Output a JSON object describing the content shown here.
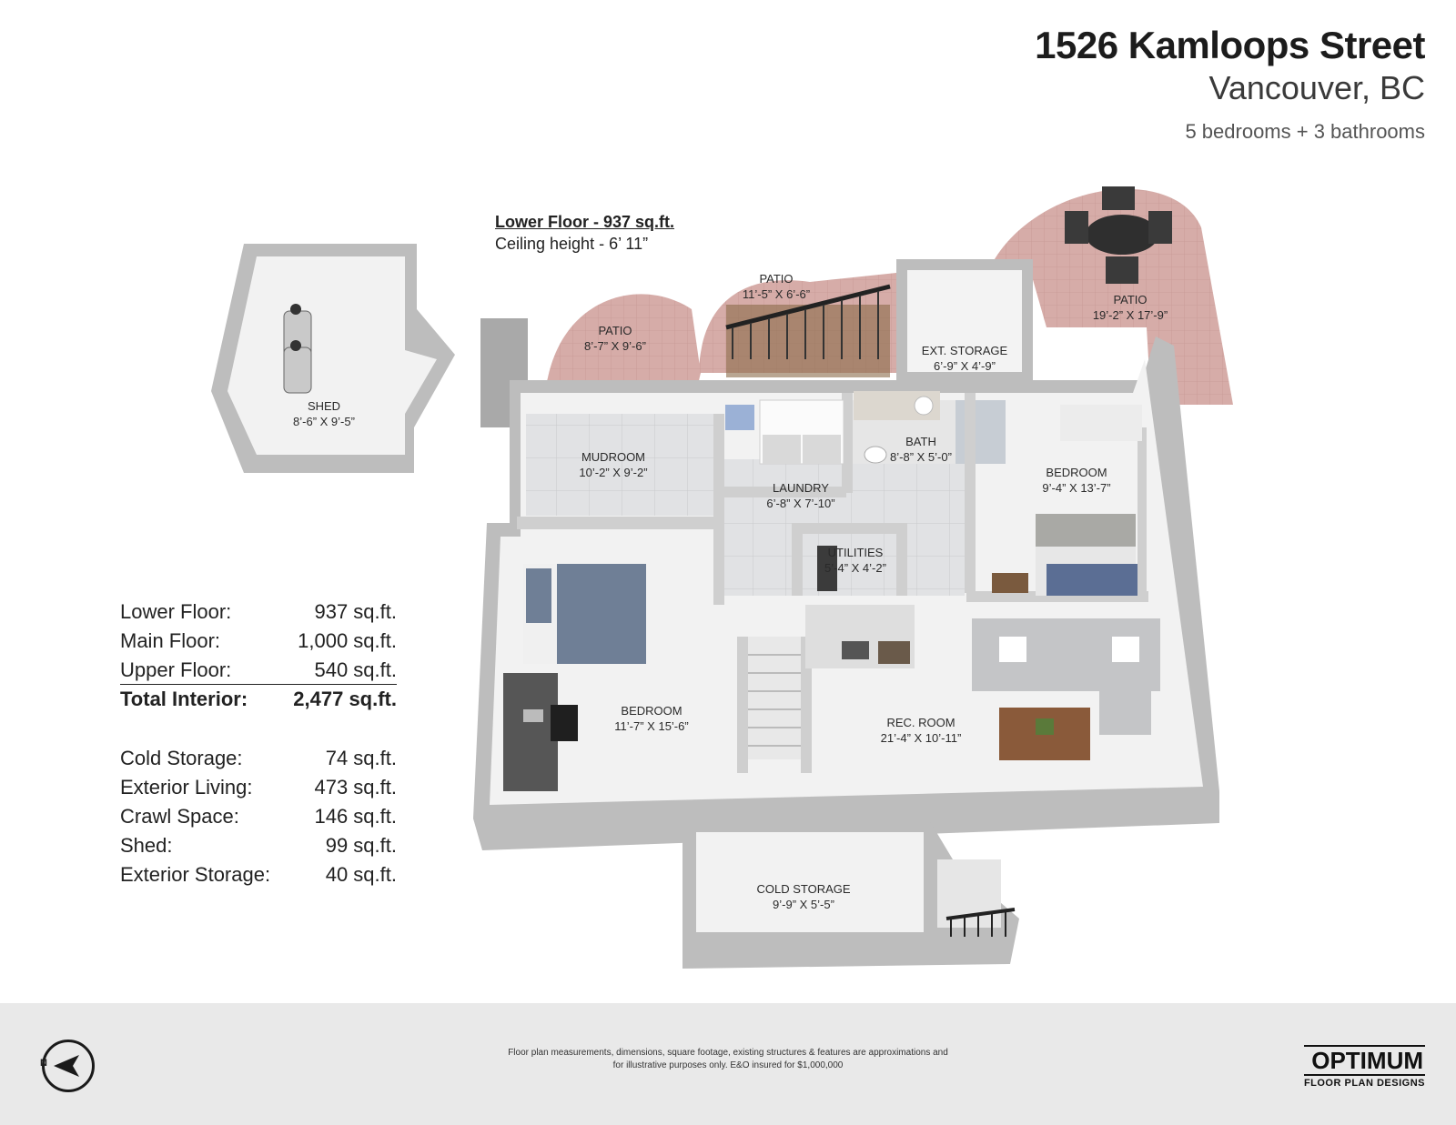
{
  "header": {
    "address": "1526 Kamloops Street",
    "city": "Vancouver, BC",
    "summary": "5 bedrooms + 3 bathrooms"
  },
  "floor": {
    "name": "Lower Floor - 937 sq.ft.",
    "ceiling": "Ceiling height - 6’ 11”"
  },
  "rooms": {
    "shed": {
      "name": "SHED",
      "dims": "8’-6” X 9’-5”"
    },
    "patio_left": {
      "name": "PATIO",
      "dims": "8’-7” X 9’-6”"
    },
    "patio_mid": {
      "name": "PATIO",
      "dims": "11’-5” X 6’-6”"
    },
    "patio_right": {
      "name": "PATIO",
      "dims": "19’-2” X 17’-9”"
    },
    "ext_storage": {
      "name": "EXT. STORAGE",
      "dims": "6’-9” X 4’-9”"
    },
    "mudroom": {
      "name": "MUDROOM",
      "dims": "10’-2” X 9’-2”"
    },
    "bath": {
      "name": "BATH",
      "dims": "8’-8” X 5’-0”"
    },
    "laundry": {
      "name": "LAUNDRY",
      "dims": "6’-8” X 7’-10”"
    },
    "bedroom_right": {
      "name": "BEDROOM",
      "dims": "9’-4” X 13’-7”"
    },
    "utilities": {
      "name": "UTILITIES",
      "dims": "5’-4” X 4’-2”"
    },
    "bedroom_left": {
      "name": "BEDROOM",
      "dims": "11’-7” X 15’-6”"
    },
    "rec_room": {
      "name": "REC. ROOM",
      "dims": "21’-4” X 10’-11”"
    },
    "cold_storage": {
      "name": "COLD STORAGE",
      "dims": "9’-9” X 5’-5”"
    }
  },
  "areas_interior": [
    {
      "label": "Lower Floor:",
      "value": "937 sq.ft."
    },
    {
      "label": "Main Floor:",
      "value": "1,000 sq.ft."
    },
    {
      "label": "Upper Floor:",
      "value": "540 sq.ft."
    },
    {
      "label": "Total Interior:",
      "value": "2,477 sq.ft."
    }
  ],
  "areas_other": [
    {
      "label": "Cold Storage:",
      "value": "74 sq.ft."
    },
    {
      "label": "Exterior Living:",
      "value": "473 sq.ft."
    },
    {
      "label": "Crawl Space:",
      "value": "146 sq.ft."
    },
    {
      "label": "Shed:",
      "value": "99 sq.ft."
    },
    {
      "label": "Exterior Storage:",
      "value": "40 sq.ft."
    }
  ],
  "footer": {
    "compass_label": "N",
    "disclaimer_line1": "Floor plan measurements, dimensions, square footage, existing structures & features are approximations and",
    "disclaimer_line2": "for illustrative purposes only.  E&O insured for $1,000,000",
    "brand_name": "OPTIMUM",
    "brand_sub": "FLOOR PLAN DESIGNS"
  },
  "colors": {
    "wall": "#b9b9b9",
    "wall_top": "#dcdcdc",
    "floor": "#f1f1f1",
    "tile": "#dfe0e2",
    "patio": "#d5aaa6",
    "bedding": "#6f7f96",
    "sofa": "#c4c5c7",
    "table": "#8a5a3a",
    "footer_bg": "#e9e9e9"
  },
  "icons": [
    "compass-icon",
    "golf-bag-icon",
    "bed-icon",
    "sofa-icon",
    "table-icon",
    "stairs-icon",
    "washer-icon",
    "toilet-icon",
    "desk-icon",
    "chair-icon",
    "dining-set-icon"
  ]
}
